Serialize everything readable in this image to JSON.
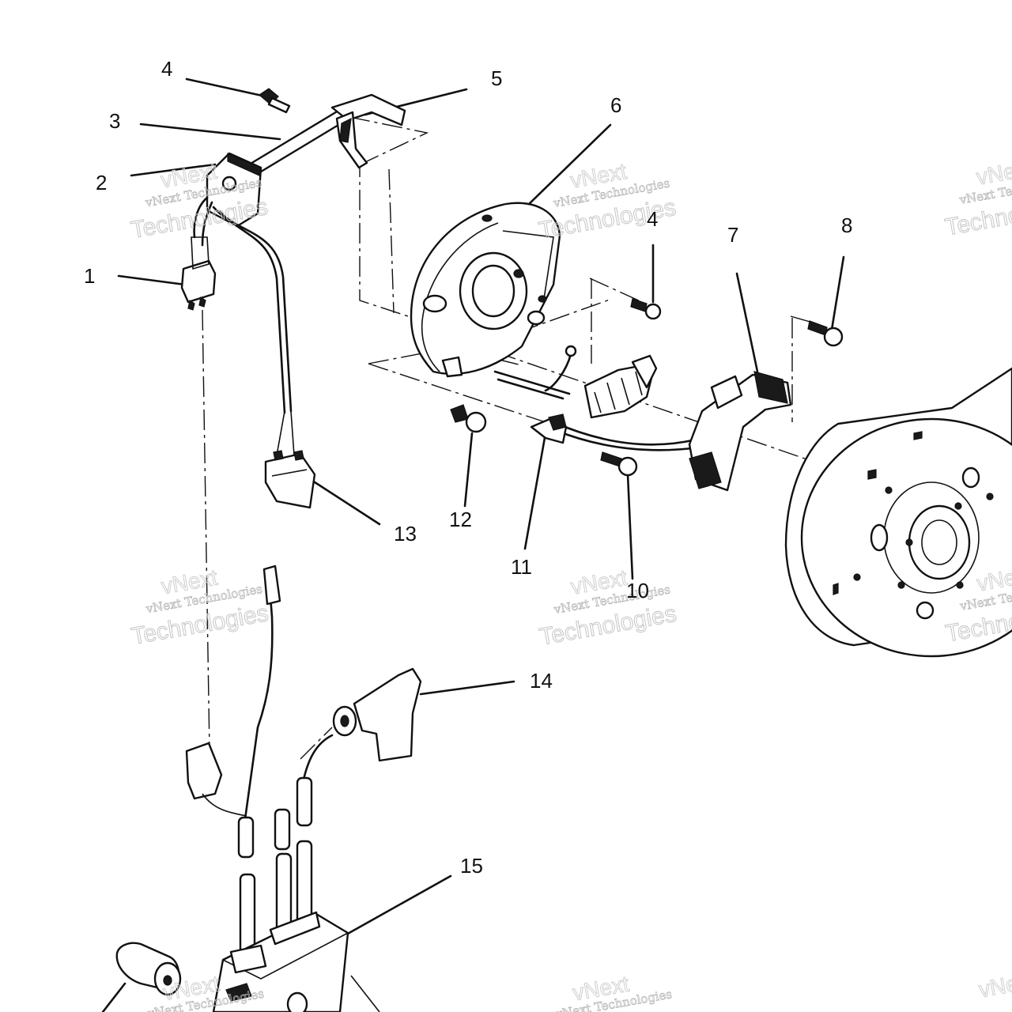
{
  "diagram": {
    "callouts": [
      "1",
      "2",
      "3",
      "4",
      "5",
      "6",
      "4",
      "7",
      "8",
      "10",
      "11",
      "12",
      "13",
      "14",
      "15"
    ],
    "watermark": {
      "line1": "vNext",
      "line2": "vNext Technologies",
      "line3": "Technologies"
    }
  }
}
